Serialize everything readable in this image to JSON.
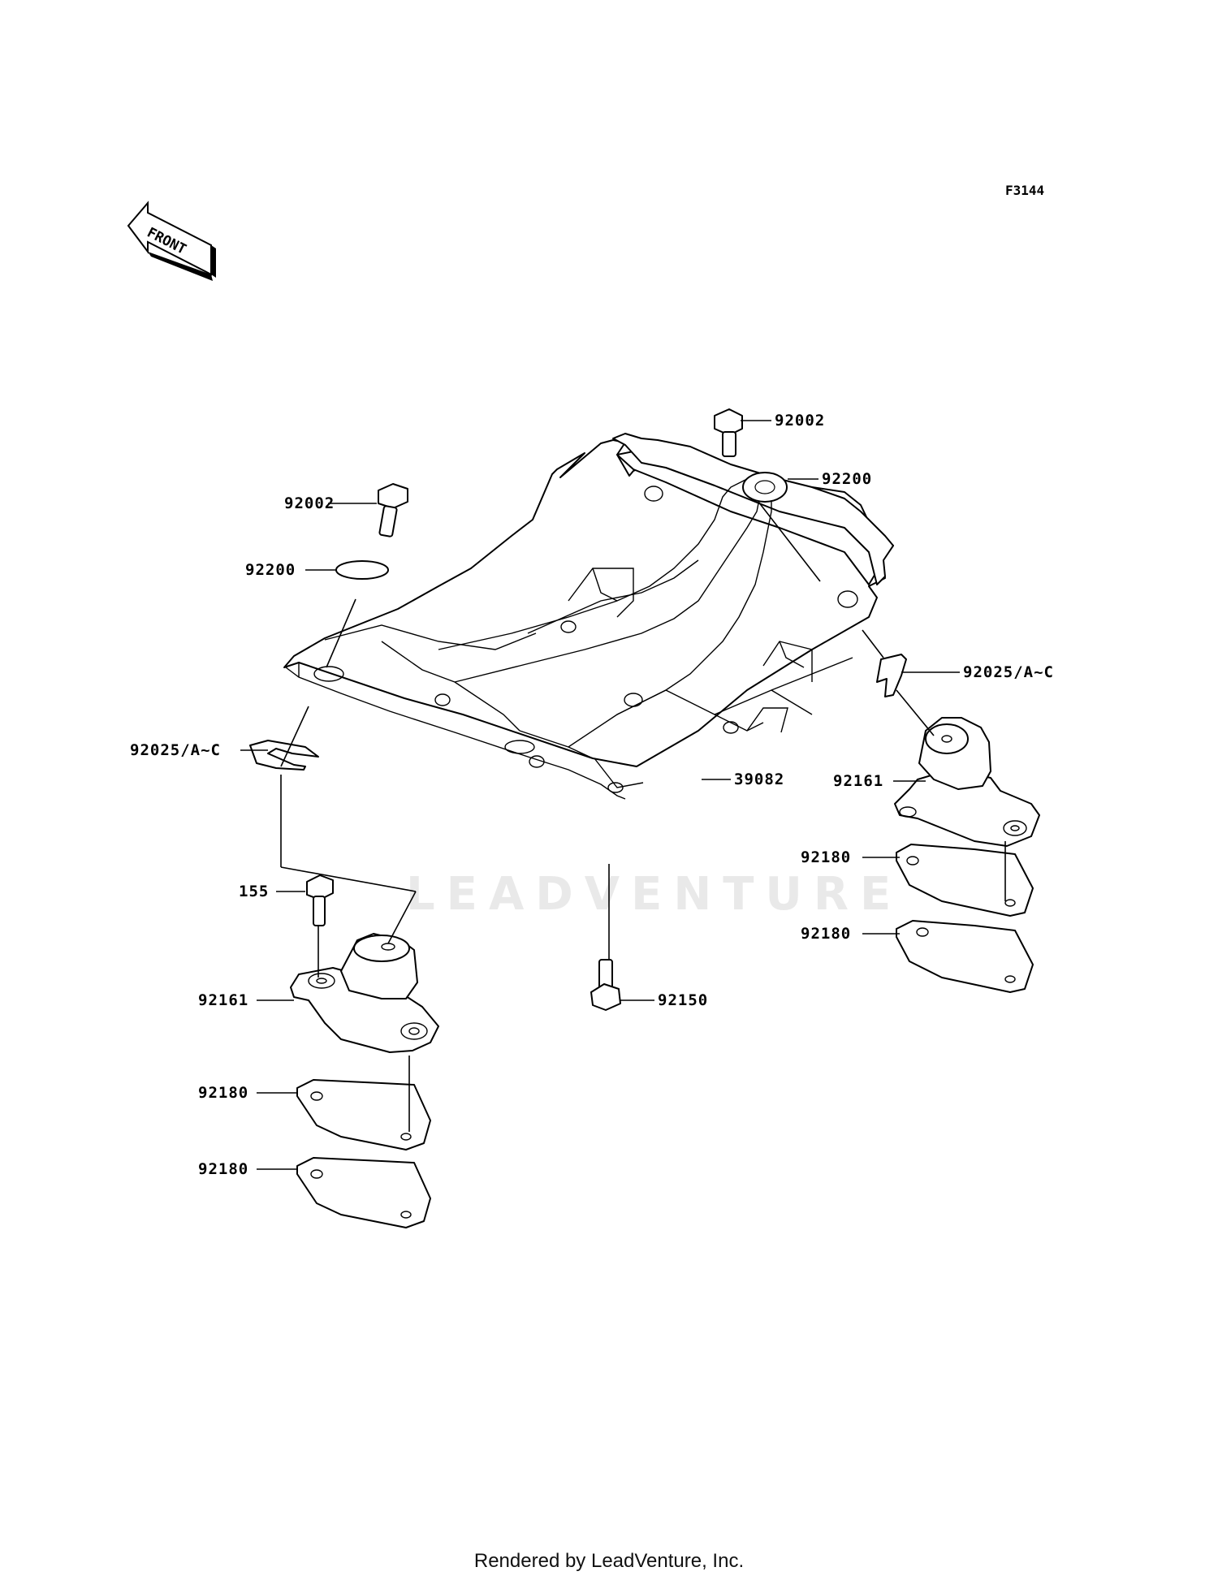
{
  "figure_code": "F3144",
  "front_label": "FRONT",
  "watermark": "LEADVENTURE",
  "credit": "Rendered by LeadVenture, Inc.",
  "labels": {
    "bolt_right": "92002",
    "washer_right": "92200",
    "bolt_left": "92002",
    "washer_left": "92200",
    "clip_right": "92025/A~C",
    "clip_left": "92025/A~C",
    "skid_plate": "39082",
    "mount_right": "92161",
    "mount_left": "92161",
    "shim_right_1": "92180",
    "shim_right_2": "92180",
    "bolt_155": "155",
    "bolt_bottom": "92150",
    "shim_left_1": "92180",
    "shim_left_2": "92180"
  }
}
